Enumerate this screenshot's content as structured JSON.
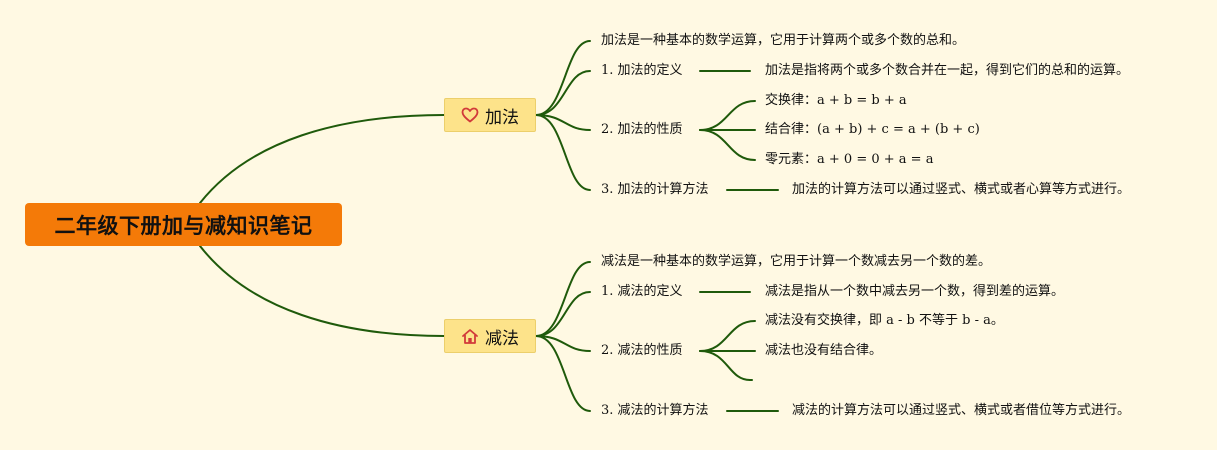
{
  "root": {
    "title": "二年级下册加与减知识笔记"
  },
  "branches": [
    {
      "label": "加法",
      "icon": "heart-icon",
      "summary": "加法是一种基本的数学运算，它用于计算两个或多个数的总和。",
      "definition_label": "1. 加法的定义",
      "definition_text": "加法是指将两个或多个数合并在一起，得到它们的总和的运算。",
      "properties_label": "2. 加法的性质",
      "properties": [
        {
          "name": "交换律：",
          "formula": "a + b = b + a"
        },
        {
          "name": "结合律：",
          "formula": "(a + b) + c = a + (b + c)"
        },
        {
          "name": "零元素：",
          "formula": "a + 0 = 0 + a = a"
        }
      ],
      "method_label": "3. 加法的计算方法",
      "method_text": "加法的计算方法可以通过竖式、横式或者心算等方式进行。"
    },
    {
      "label": "减法",
      "icon": "house-icon",
      "summary": "减法是一种基本的数学运算，它用于计算一个数减去另一个数的差。",
      "definition_label": "1. 减法的定义",
      "definition_text": "减法是指从一个数中减去另一个数，得到差的运算。",
      "properties_label": "2. 减法的性质",
      "properties": [
        {
          "text": "减法没有交换律，即 a - b 不等于 b - a。"
        },
        {
          "text": "减法也没有结合律。"
        },
        {
          "text": ""
        }
      ],
      "method_label": "3. 减法的计算方法",
      "method_text": "减法的计算方法可以通过竖式、横式或者借位等方式进行。"
    }
  ],
  "colors": {
    "line": "#1f5a0b",
    "root": "#f47a08",
    "branch": "#fde38a",
    "background": "#fff9e3"
  }
}
